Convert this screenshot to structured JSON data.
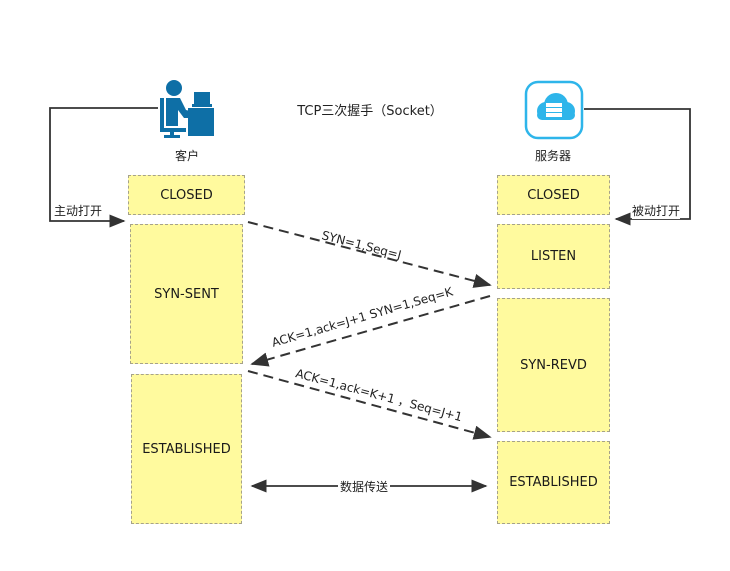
{
  "title": "TCP三次握手（Socket）",
  "actors": {
    "client": {
      "label": "客户",
      "icon": "person-at-computer-icon",
      "color": "#0e6fa6"
    },
    "server": {
      "label": "服务器",
      "icon": "cloud-server-icon",
      "color": "#2eb5ea"
    }
  },
  "open_labels": {
    "client": "主动打开",
    "server": "被动打开"
  },
  "client_states": [
    {
      "id": "closed",
      "label": "CLOSED"
    },
    {
      "id": "syn-sent",
      "label": "SYN-SENT"
    },
    {
      "id": "established",
      "label": "ESTABLISHED"
    }
  ],
  "server_states": [
    {
      "id": "closed",
      "label": "CLOSED"
    },
    {
      "id": "listen",
      "label": "LISTEN"
    },
    {
      "id": "syn-revd",
      "label": "SYN-REVD"
    },
    {
      "id": "established",
      "label": "ESTABLISHED"
    }
  ],
  "messages": [
    {
      "from": "client",
      "to": "server",
      "label": "SYN=1,Seq=J"
    },
    {
      "from": "server",
      "to": "client",
      "label": "ACK=1,ack=J+1 SYN=1,Seq=K"
    },
    {
      "from": "client",
      "to": "server",
      "label": "ACK=1,ack=K+1 ，Seq=J+1"
    }
  ],
  "data_transfer": {
    "label": "数据传送",
    "direction": "bidirectional"
  },
  "colors": {
    "state_fill": "#fffa9e",
    "state_border": "#a6a28a",
    "arrow": "#333333"
  }
}
